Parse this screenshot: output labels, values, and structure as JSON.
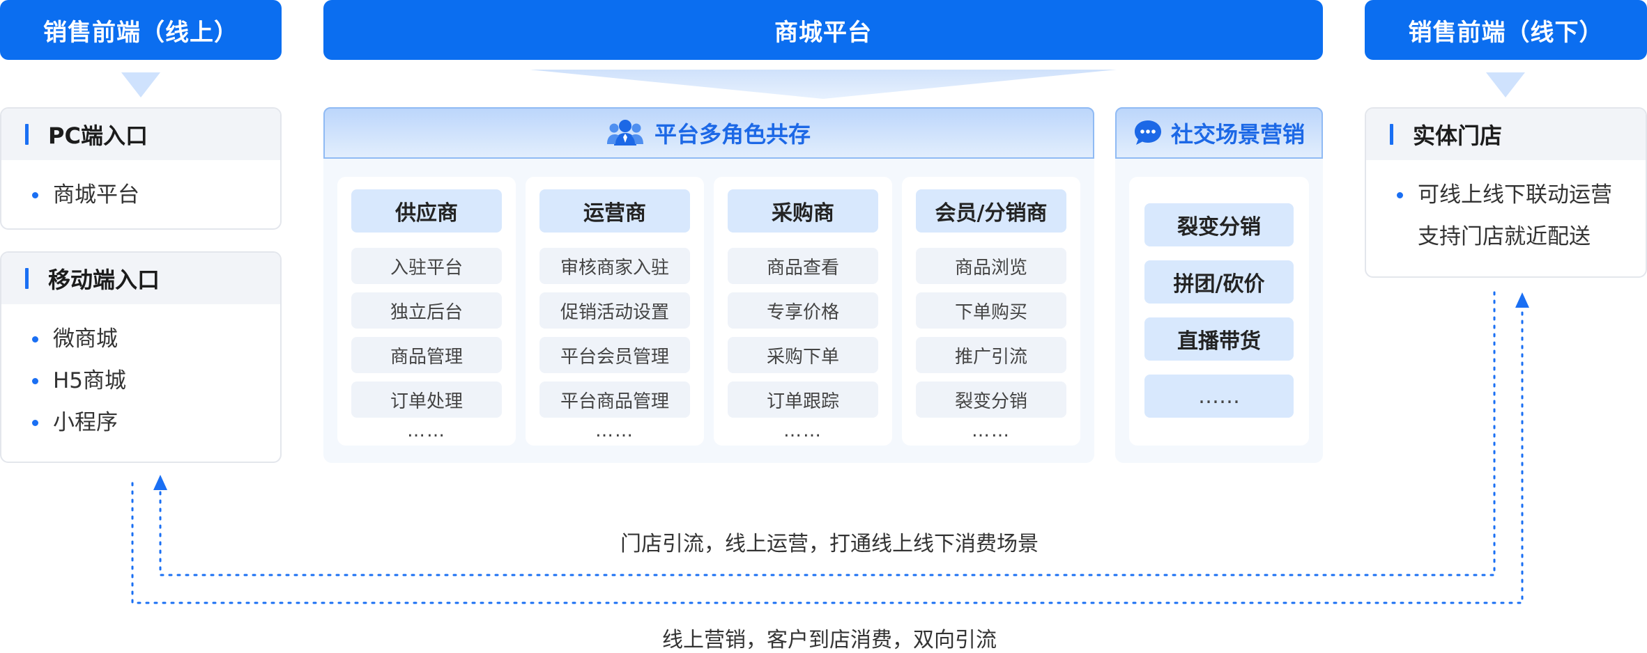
{
  "headers": {
    "online": "销售前端（线上）",
    "mall": "商城平台",
    "offline": "销售前端（线下）"
  },
  "pc_card": {
    "title": "PC端入口",
    "items": [
      "商城平台"
    ]
  },
  "mobile_card": {
    "title": "移动端入口",
    "items": [
      "微商城",
      "H5商城",
      "小程序"
    ]
  },
  "store_card": {
    "title": "实体门店",
    "items": [
      "可线上线下联动运营",
      "支持门店就近配送"
    ]
  },
  "roles_panel": {
    "title": "平台多角色共存",
    "icon": "users-icon",
    "columns": [
      {
        "title": "供应商",
        "items": [
          "入驻平台",
          "独立后台",
          "商品管理",
          "订单处理"
        ],
        "more": "……"
      },
      {
        "title": "运营商",
        "items": [
          "审核商家入驻",
          "促销活动设置",
          "平台会员管理",
          "平台商品管理"
        ],
        "more": "……"
      },
      {
        "title": "采购商",
        "items": [
          "商品查看",
          "专享价格",
          "采购下单",
          "订单跟踪"
        ],
        "more": "……"
      },
      {
        "title": "会员/分销商",
        "items": [
          "商品浏览",
          "下单购买",
          "推广引流",
          "裂变分销"
        ],
        "more": "……"
      }
    ]
  },
  "social_panel": {
    "title": "社交场景营销",
    "icon": "chat-icon",
    "items": [
      "裂变分销",
      "拼团/砍价",
      "直播带货",
      "……"
    ]
  },
  "flows": {
    "top_caption": "门店引流，线上运营，打通线上线下消费场景",
    "bottom_caption": "线上营销，客户到店消费，双向引流"
  },
  "colors": {
    "primary": "#0b6ef0",
    "accent": "#1a6ff3",
    "tag_bg": "#d8e8fd",
    "item_bg": "#eff3f9",
    "panel_bg": "#f4f8fd"
  }
}
